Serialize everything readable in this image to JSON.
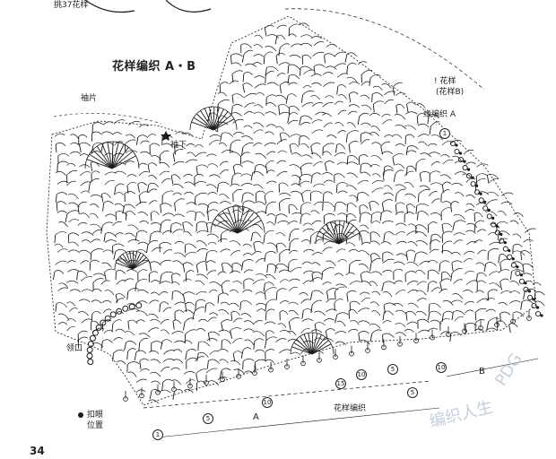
{
  "labels": {
    "top_note": "挑37花样",
    "title": "花样编织 A・B",
    "sleeve": "袖片",
    "sleeve_under": "袖下",
    "pattern_note_line1": "! 花样",
    "pattern_note_line2": "(花样B)",
    "edge_knit": "缘编织 A",
    "neckline": "领口",
    "button_position_line1": "扣眼",
    "button_position_line2": "位置",
    "pattern_knit": "花样编织",
    "section_a": "A",
    "section_b": "B",
    "page_number": "34"
  },
  "row_markers": [
    {
      "text": "5"
    },
    {
      "text": "10"
    },
    {
      "text": "15"
    },
    {
      "text": "10"
    },
    {
      "text": "5"
    },
    {
      "text": "5"
    },
    {
      "text": "10"
    },
    {
      "text": "1"
    },
    {
      "text": "1"
    }
  ],
  "watermark": {
    "line1": "PDG",
    "line2": "编织人生"
  },
  "colors": {
    "ink": "#1a1a1a",
    "watermark": "#b9c7d6"
  }
}
